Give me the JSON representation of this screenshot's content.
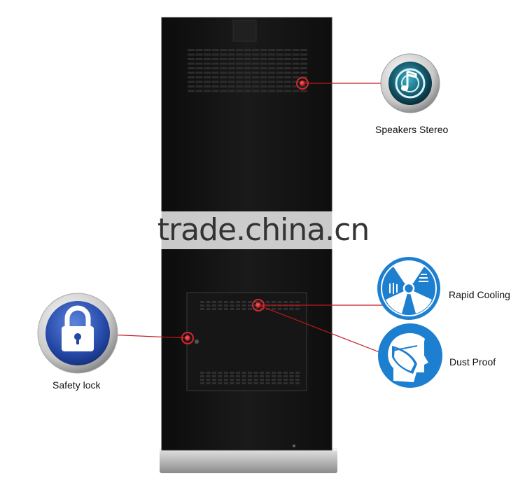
{
  "features": {
    "speakers": {
      "label": "Speakers Stereo",
      "icon": "speaker-music-icon"
    },
    "cooling": {
      "label": "Rapid Cooling",
      "icon": "fan-icon"
    },
    "dust": {
      "label": "Dust Proof",
      "icon": "dust-mask-icon"
    },
    "lock": {
      "label": "Safety lock",
      "icon": "padlock-icon"
    }
  },
  "watermark": "trade.china.cn",
  "colors": {
    "kiosk_body": "#121212",
    "callout_line": "#c4161c",
    "icon_blue": "#1d7fd0",
    "lock_blue": "#2d56b8"
  }
}
